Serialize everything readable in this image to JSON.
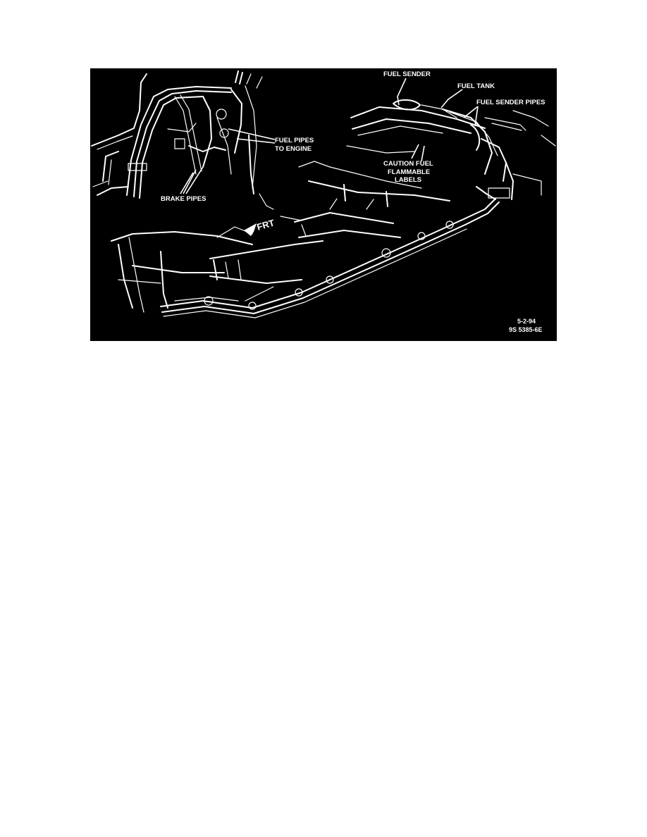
{
  "figure": {
    "labels": {
      "fuel_sender": "FUEL SENDER",
      "fuel_tank": "FUEL TANK",
      "fuel_sender_pipes": "FUEL SENDER PIPES",
      "fuel_pipes_line1": "FUEL PIPES",
      "fuel_pipes_line2": "TO ENGINE",
      "caution_line1": "CAUTION FUEL",
      "caution_line2": "FLAMMABLE",
      "caution_line3": "LABELS",
      "brake_pipes": "BRAKE PIPES",
      "frt": "FRT",
      "ref_date": "5-2-94",
      "ref_code": "9S 5385-6E"
    },
    "colors": {
      "background": "#000000",
      "linework": "#ffffff"
    }
  }
}
